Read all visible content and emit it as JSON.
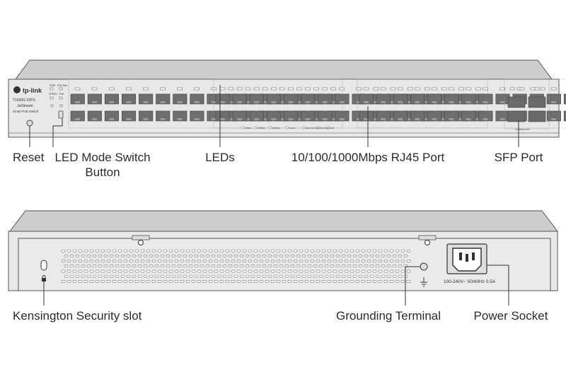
{
  "front_panel": {
    "brand": "tp-link",
    "model": "T1600G-52PS",
    "series": "JetStream",
    "description": "Smart PoE Switch",
    "led_labels": [
      "PWR",
      "PoE Max",
      "SPEED",
      "PoE"
    ],
    "legend": [
      "10Mbps",
      "100Mbps",
      "1000Mbps",
      "Link/Act",
      "Delivering Power",
      "PoE Output",
      "Fault"
    ],
    "sfp_note": "1000Mbps SFP"
  },
  "rear_panel": {
    "power_rating": "100-240V~ 50/60Hz 0.5A"
  },
  "labels": {
    "reset": "Reset",
    "led_mode_line1": "LED Mode Switch",
    "led_mode_line2": "Button",
    "leds": "LEDs",
    "rj45_port": "10/100/1000Mbps RJ45 Port",
    "sfp_port": "SFP Port",
    "kensington": "Kensington Security slot",
    "grounding": "Grounding Terminal",
    "power_socket": "Power Socket"
  },
  "colors": {
    "chassis_top": "#c9c9c9",
    "chassis_face": "#e6e6e6",
    "port_fill": "#6a6a6a",
    "outline": "#555555",
    "text": "#2b2b2b"
  }
}
